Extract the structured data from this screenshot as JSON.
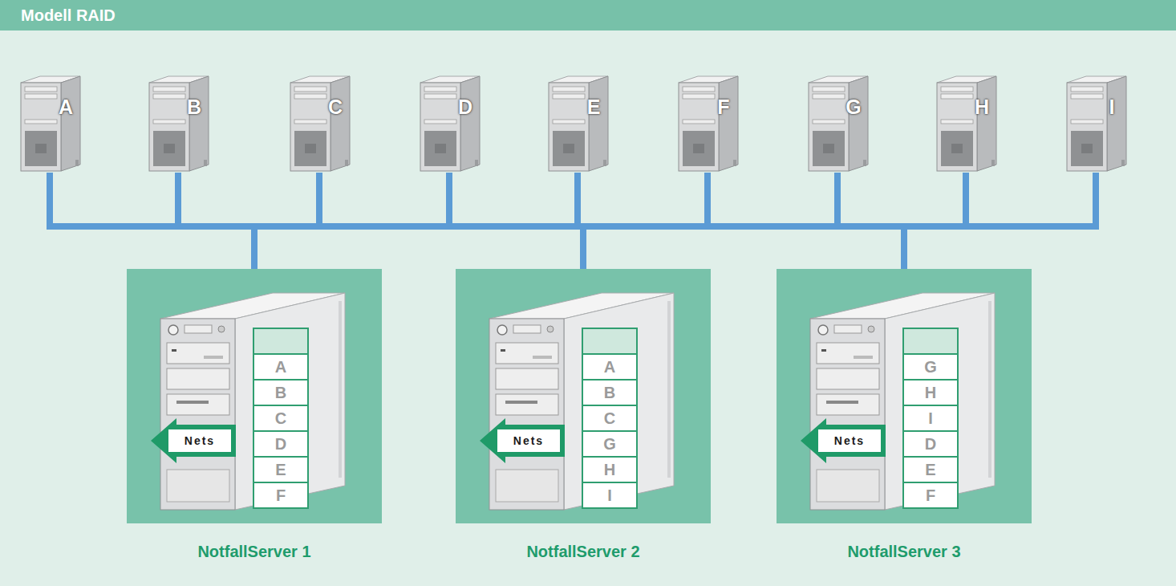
{
  "diagram": {
    "title": "Modell RAID",
    "nodes": [
      {
        "text": [
          "A"
        ]
      },
      {
        "text": [
          "B"
        ]
      },
      {
        "text": [
          "C"
        ]
      },
      {
        "text": [
          "D"
        ]
      },
      {
        "text": [
          "E"
        ]
      },
      {
        "text": [
          "F"
        ]
      },
      {
        "text": [
          "G"
        ]
      },
      {
        "text": [
          "H"
        ]
      },
      {
        "text": [
          "I"
        ]
      },
      {
        "text": [
          "NotfallServer 1"
        ]
      },
      {
        "text": [
          "A"
        ],
        "in": 9
      },
      {
        "text": [
          "B"
        ],
        "in": 9
      },
      {
        "text": [
          "C"
        ],
        "in": 9
      },
      {
        "text": [
          "D"
        ],
        "in": 9
      },
      {
        "text": [
          "E"
        ],
        "in": 9
      },
      {
        "text": [
          "F"
        ],
        "in": 9
      },
      {
        "text": [
          "NotfallServer 2"
        ]
      },
      {
        "text": [
          "A"
        ],
        "in": 16
      },
      {
        "text": [
          "B"
        ],
        "in": 16
      },
      {
        "text": [
          "C"
        ],
        "in": 16
      },
      {
        "text": [
          "G"
        ],
        "in": 16
      },
      {
        "text": [
          "H"
        ],
        "in": 16
      },
      {
        "text": [
          "I"
        ],
        "in": 16
      },
      {
        "text": [
          "NotfallServer 3"
        ]
      },
      {
        "text": [
          "G"
        ],
        "in": 23
      },
      {
        "text": [
          "H"
        ],
        "in": 23
      },
      {
        "text": [
          "I"
        ],
        "in": 23
      },
      {
        "text": [
          "D"
        ],
        "in": 23
      },
      {
        "text": [
          "E"
        ],
        "in": 23
      },
      {
        "text": [
          "F"
        ],
        "in": 23
      }
    ],
    "edges": [
      {
        "from": 0,
        "to": 9,
        "arrow": "none"
      },
      {
        "from": 0,
        "to": 16,
        "arrow": "none"
      },
      {
        "from": 0,
        "to": 23,
        "arrow": "none"
      },
      {
        "from": 1,
        "to": 9,
        "arrow": "none"
      },
      {
        "from": 1,
        "to": 16,
        "arrow": "none"
      },
      {
        "from": 1,
        "to": 23,
        "arrow": "none"
      },
      {
        "from": 2,
        "to": 9,
        "arrow": "none"
      },
      {
        "from": 2,
        "to": 16,
        "arrow": "none"
      },
      {
        "from": 2,
        "to": 23,
        "arrow": "none"
      },
      {
        "from": 3,
        "to": 9,
        "arrow": "none"
      },
      {
        "from": 3,
        "to": 16,
        "arrow": "none"
      },
      {
        "from": 3,
        "to": 23,
        "arrow": "none"
      },
      {
        "from": 4,
        "to": 9,
        "arrow": "none"
      },
      {
        "from": 4,
        "to": 16,
        "arrow": "none"
      },
      {
        "from": 4,
        "to": 23,
        "arrow": "none"
      },
      {
        "from": 5,
        "to": 9,
        "arrow": "none"
      },
      {
        "from": 5,
        "to": 16,
        "arrow": "none"
      },
      {
        "from": 5,
        "to": 23,
        "arrow": "none"
      },
      {
        "from": 6,
        "to": 9,
        "arrow": "none"
      },
      {
        "from": 6,
        "to": 16,
        "arrow": "none"
      },
      {
        "from": 6,
        "to": 23,
        "arrow": "none"
      },
      {
        "from": 7,
        "to": 9,
        "arrow": "none"
      },
      {
        "from": 7,
        "to": 16,
        "arrow": "none"
      },
      {
        "from": 7,
        "to": 23,
        "arrow": "none"
      },
      {
        "from": 8,
        "to": 9,
        "arrow": "none"
      },
      {
        "from": 8,
        "to": 16,
        "arrow": "none"
      },
      {
        "from": 8,
        "to": 23,
        "arrow": "none"
      }
    ],
    "labels": [
      "Nets",
      "Nets",
      "Nets"
    ]
  }
}
